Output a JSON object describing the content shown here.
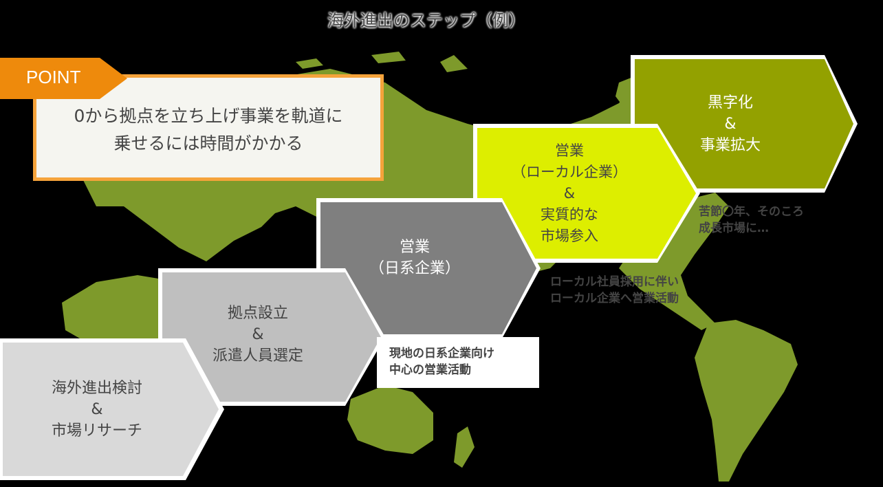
{
  "title": "海外進出のステップ（例）",
  "point": {
    "tag": "POINT",
    "lines": [
      "0から拠点を立ち上げ事業を軌道に",
      "乗せるには時間がかかる"
    ]
  },
  "steps": [
    {
      "lines": [
        "海外進出検討",
        "&",
        "市場リサーチ"
      ],
      "fill": "#D9D9D9",
      "text_color": "#444444"
    },
    {
      "lines": [
        "拠点設立",
        "&",
        "派遣人員選定"
      ],
      "fill": "#BFBFBF",
      "text_color": "#444444"
    },
    {
      "lines": [
        "営業",
        "（日系企業）"
      ],
      "fill": "#7F7F7F",
      "text_color": "#FFFFFF"
    },
    {
      "lines": [
        "営業",
        "（ローカル企業）",
        "&",
        "実質的な",
        "市場参入"
      ],
      "fill": "#DDEE00",
      "text_color": "#444444"
    },
    {
      "lines": [
        "黒字化",
        "&",
        "事業拡大"
      ],
      "fill": "#93A100",
      "text_color": "#FFFFFF"
    }
  ],
  "captions": [
    {
      "lines": [
        "現地の日系企業向け",
        "中心の営業活動"
      ]
    },
    {
      "lines": [
        "ローカル社員採用に伴い",
        "ローカル企業へ営業活動"
      ]
    },
    {
      "lines": [
        "苦節〇年、そのころ",
        "成長市場に…"
      ]
    }
  ],
  "colors": {
    "map": "#7E9A2B",
    "point_orange": "#EE8A0C",
    "point_border": "#F5A33B",
    "background": "#000000"
  }
}
